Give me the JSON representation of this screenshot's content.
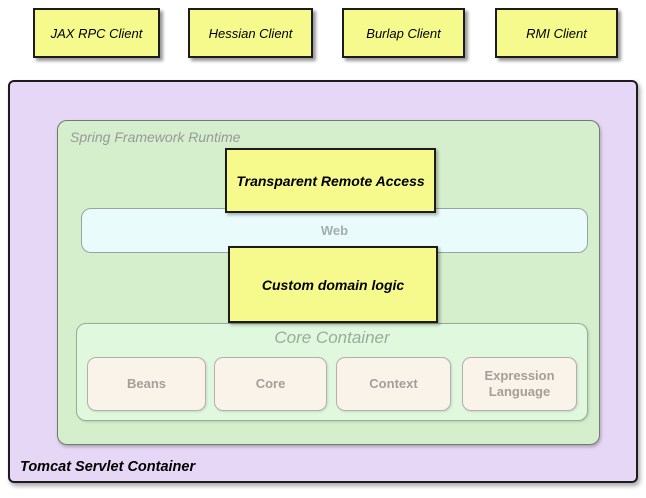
{
  "diagram": {
    "clients": [
      {
        "label": "JAX RPC Client"
      },
      {
        "label": "Hessian Client"
      },
      {
        "label": "Burlap Client"
      },
      {
        "label": "RMI Client"
      }
    ],
    "tomcat_container": {
      "label": "Tomcat Servlet Container"
    },
    "spring_runtime": {
      "label": "Spring Framework Runtime"
    },
    "remote_access_box": {
      "label": "Transparent Remote Access"
    },
    "web_layer": {
      "label": "Web"
    },
    "domain_logic_box": {
      "label": "Custom domain logic"
    },
    "core_container": {
      "label": "Core Container",
      "modules": [
        {
          "label": "Beans"
        },
        {
          "label": "Core"
        },
        {
          "label": "Context"
        },
        {
          "label": "Expression Language"
        }
      ]
    },
    "colors": {
      "client_box_fill": "#f6fa8c",
      "tomcat_fill": "#e7d7f6",
      "spring_fill": "#d5efcc",
      "core_fill": "#dff8de",
      "module_fill": "#f9f3e9",
      "web_fill": "#e9fbfb",
      "box_border": "#1c1c1c",
      "muted_text": "#9a9f9a"
    }
  }
}
